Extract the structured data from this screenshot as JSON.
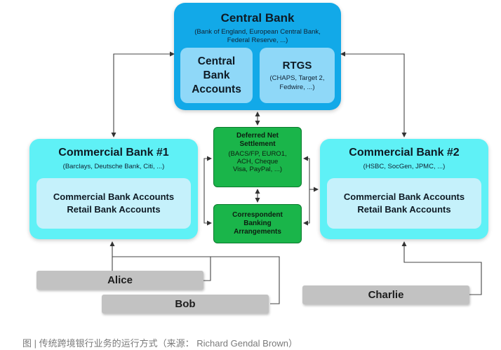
{
  "central_bank": {
    "title": "Central Bank",
    "subtitle": "(Bank of England, European Central Bank, Federal Reserve, ...)",
    "accounts_line1": "Central",
    "accounts_line2": "Bank",
    "accounts_line3": "Accounts",
    "rtgs_title": "RTGS",
    "rtgs_subtitle": "(CHAPS, Target 2, Fedwire, ...)"
  },
  "commercial_bank_1": {
    "title": "Commercial Bank #1",
    "subtitle": "(Barclays, Deutsche Bank, Citi, ...)",
    "line1": "Commercial Bank Accounts",
    "line2": "Retail Bank Accounts"
  },
  "commercial_bank_2": {
    "title": "Commercial Bank #2",
    "subtitle": "(HSBC, SocGen, JPMC, ...)",
    "line1": "Commercial Bank Accounts",
    "line2": "Retail Bank Accounts"
  },
  "deferred_net_settlement": {
    "title_line1": "Deferred Net",
    "title_line2": "Settlement",
    "sub_line1": "(BACS/FP, EURO1,",
    "sub_line2": "ACH, Cheque",
    "sub_line3": "Visa, PayPal, ...)"
  },
  "correspondent_banking": {
    "line1": "Correspondent",
    "line2": "Banking",
    "line3": "Arrangements"
  },
  "people": {
    "alice": "Alice",
    "bob": "Bob",
    "charlie": "Charlie"
  },
  "caption": "图 | 传统跨境银行业务的运行方式（来源： Richard Gendal Brown）",
  "colors": {
    "central_bank": "#12a9e8",
    "central_inner": "#8fd8f8",
    "commercial_bank": "#5ff1f6",
    "commercial_inner": "#c5f1fb",
    "settlement_green": "#1ab54a",
    "person_gray": "#c2c2c2"
  }
}
